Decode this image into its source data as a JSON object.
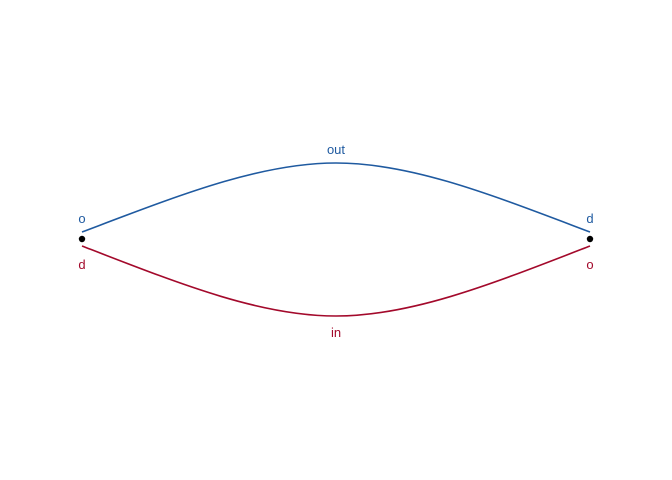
{
  "colors": {
    "out": "#1f5aa0",
    "in": "#a3092b",
    "node": "#000000",
    "background": "#ffffff"
  },
  "edges": {
    "out": {
      "label": "out",
      "start_label": "o",
      "end_label": "d"
    },
    "in": {
      "label": "in",
      "start_label": "d",
      "end_label": "o"
    }
  }
}
